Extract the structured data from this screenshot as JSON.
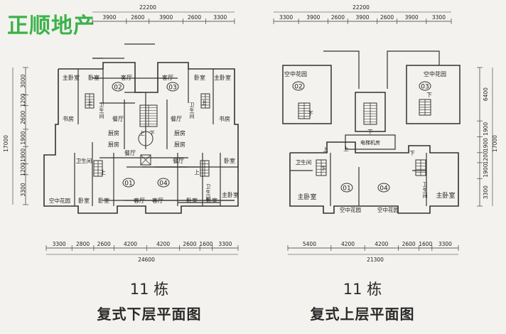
{
  "brand": {
    "logo_text": "正顺地产",
    "logo_color": "#3cb24a"
  },
  "colors": {
    "line": "#333333",
    "dim": "#444444",
    "text": "#222222",
    "paper": "#f3f2ee"
  },
  "lower_floor": {
    "top_total": "22200",
    "top_dims": [
      "3900",
      "2600",
      "3900",
      "2600",
      "3300"
    ],
    "left_total": "17000",
    "left_dims": [
      "3000",
      "1200",
      "2600",
      "1900",
      "1900",
      "1200",
      "3300"
    ],
    "bottom_dims": [
      "3300",
      "2800",
      "2600",
      "4200",
      "4200",
      "2600",
      "1600",
      "3300"
    ],
    "bottom_total": "24600",
    "units": [
      "02",
      "03",
      "01",
      "04"
    ],
    "rooms": {
      "master_bedroom": "主卧室",
      "bedroom": "卧室",
      "living_room": "客厅",
      "study": "书房",
      "dining": "餐厅",
      "kitchen": "厨房",
      "bathroom": "卫生间",
      "bathroom_stacked": [
        "卫",
        "生",
        "间"
      ],
      "sky_garden": "空中花园",
      "up": "上",
      "down": "下"
    },
    "caption_number": "11 栋",
    "caption_title": "复式下层平面图"
  },
  "upper_floor": {
    "top_total": "22200",
    "top_dims": [
      "3300",
      "3900",
      "2600",
      "3900",
      "2600",
      "3900",
      "3300"
    ],
    "right_total": "17000",
    "right_dims": [
      "6400",
      "1900",
      "1900",
      "1200",
      "1900",
      "3300"
    ],
    "bottom_dims": [
      "5400",
      "4200",
      "4200",
      "2600",
      "1600",
      "3300"
    ],
    "bottom_total": "21300",
    "units": [
      "02",
      "03",
      "01",
      "04"
    ],
    "rooms": {
      "sky_garden": "空中花园",
      "master_bedroom": "主卧室",
      "bathroom": "卫生间",
      "bathroom_stacked": [
        "卫",
        "生",
        "间"
      ],
      "elevator_room": "电梯机房",
      "up": "上",
      "down": "下"
    },
    "caption_number": "11 栋",
    "caption_title": "复式上层平面图"
  }
}
